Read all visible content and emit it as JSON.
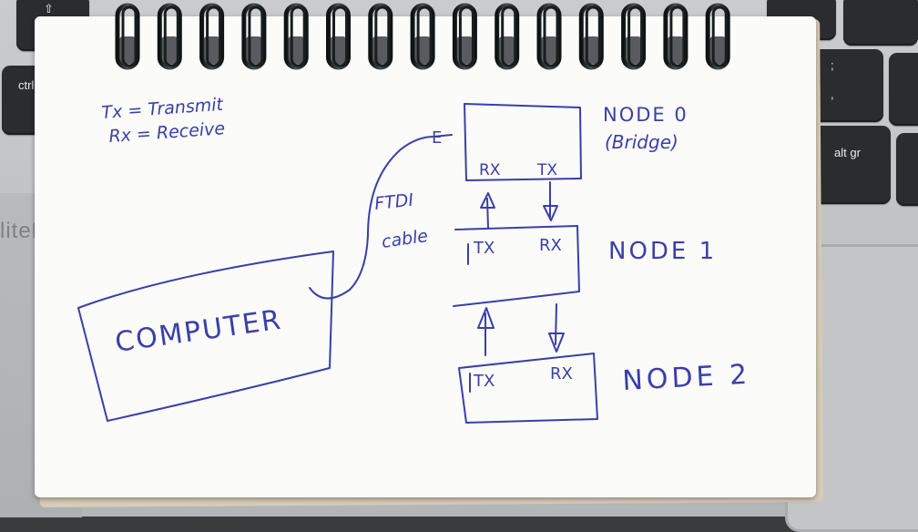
{
  "keyboard": {
    "key_ctrl": "ctrl",
    "key_alt_gr": "alt gr",
    "brand_text": "liteBo"
  },
  "notebook": {
    "legend": {
      "tx_line": "Tx = Transmit",
      "rx_line": "Rx = Receive"
    },
    "computer_label": "COMPUTER",
    "cable_label_1": "FTDI",
    "cable_label_2": "cable",
    "cable_end_label": "E",
    "node0": {
      "name": "NODE 0",
      "subtitle": "(Bridge)",
      "rx": "RX",
      "tx": "TX"
    },
    "node1": {
      "name": "NODE 1",
      "tx": "TX",
      "rx": "RX"
    },
    "node2": {
      "name": "NODE 2",
      "tx": "TX",
      "rx": "RX"
    }
  },
  "colors": {
    "ink": "#3a3fa8",
    "paper": "#fbfbfa",
    "keys": "#2b2c2e"
  }
}
